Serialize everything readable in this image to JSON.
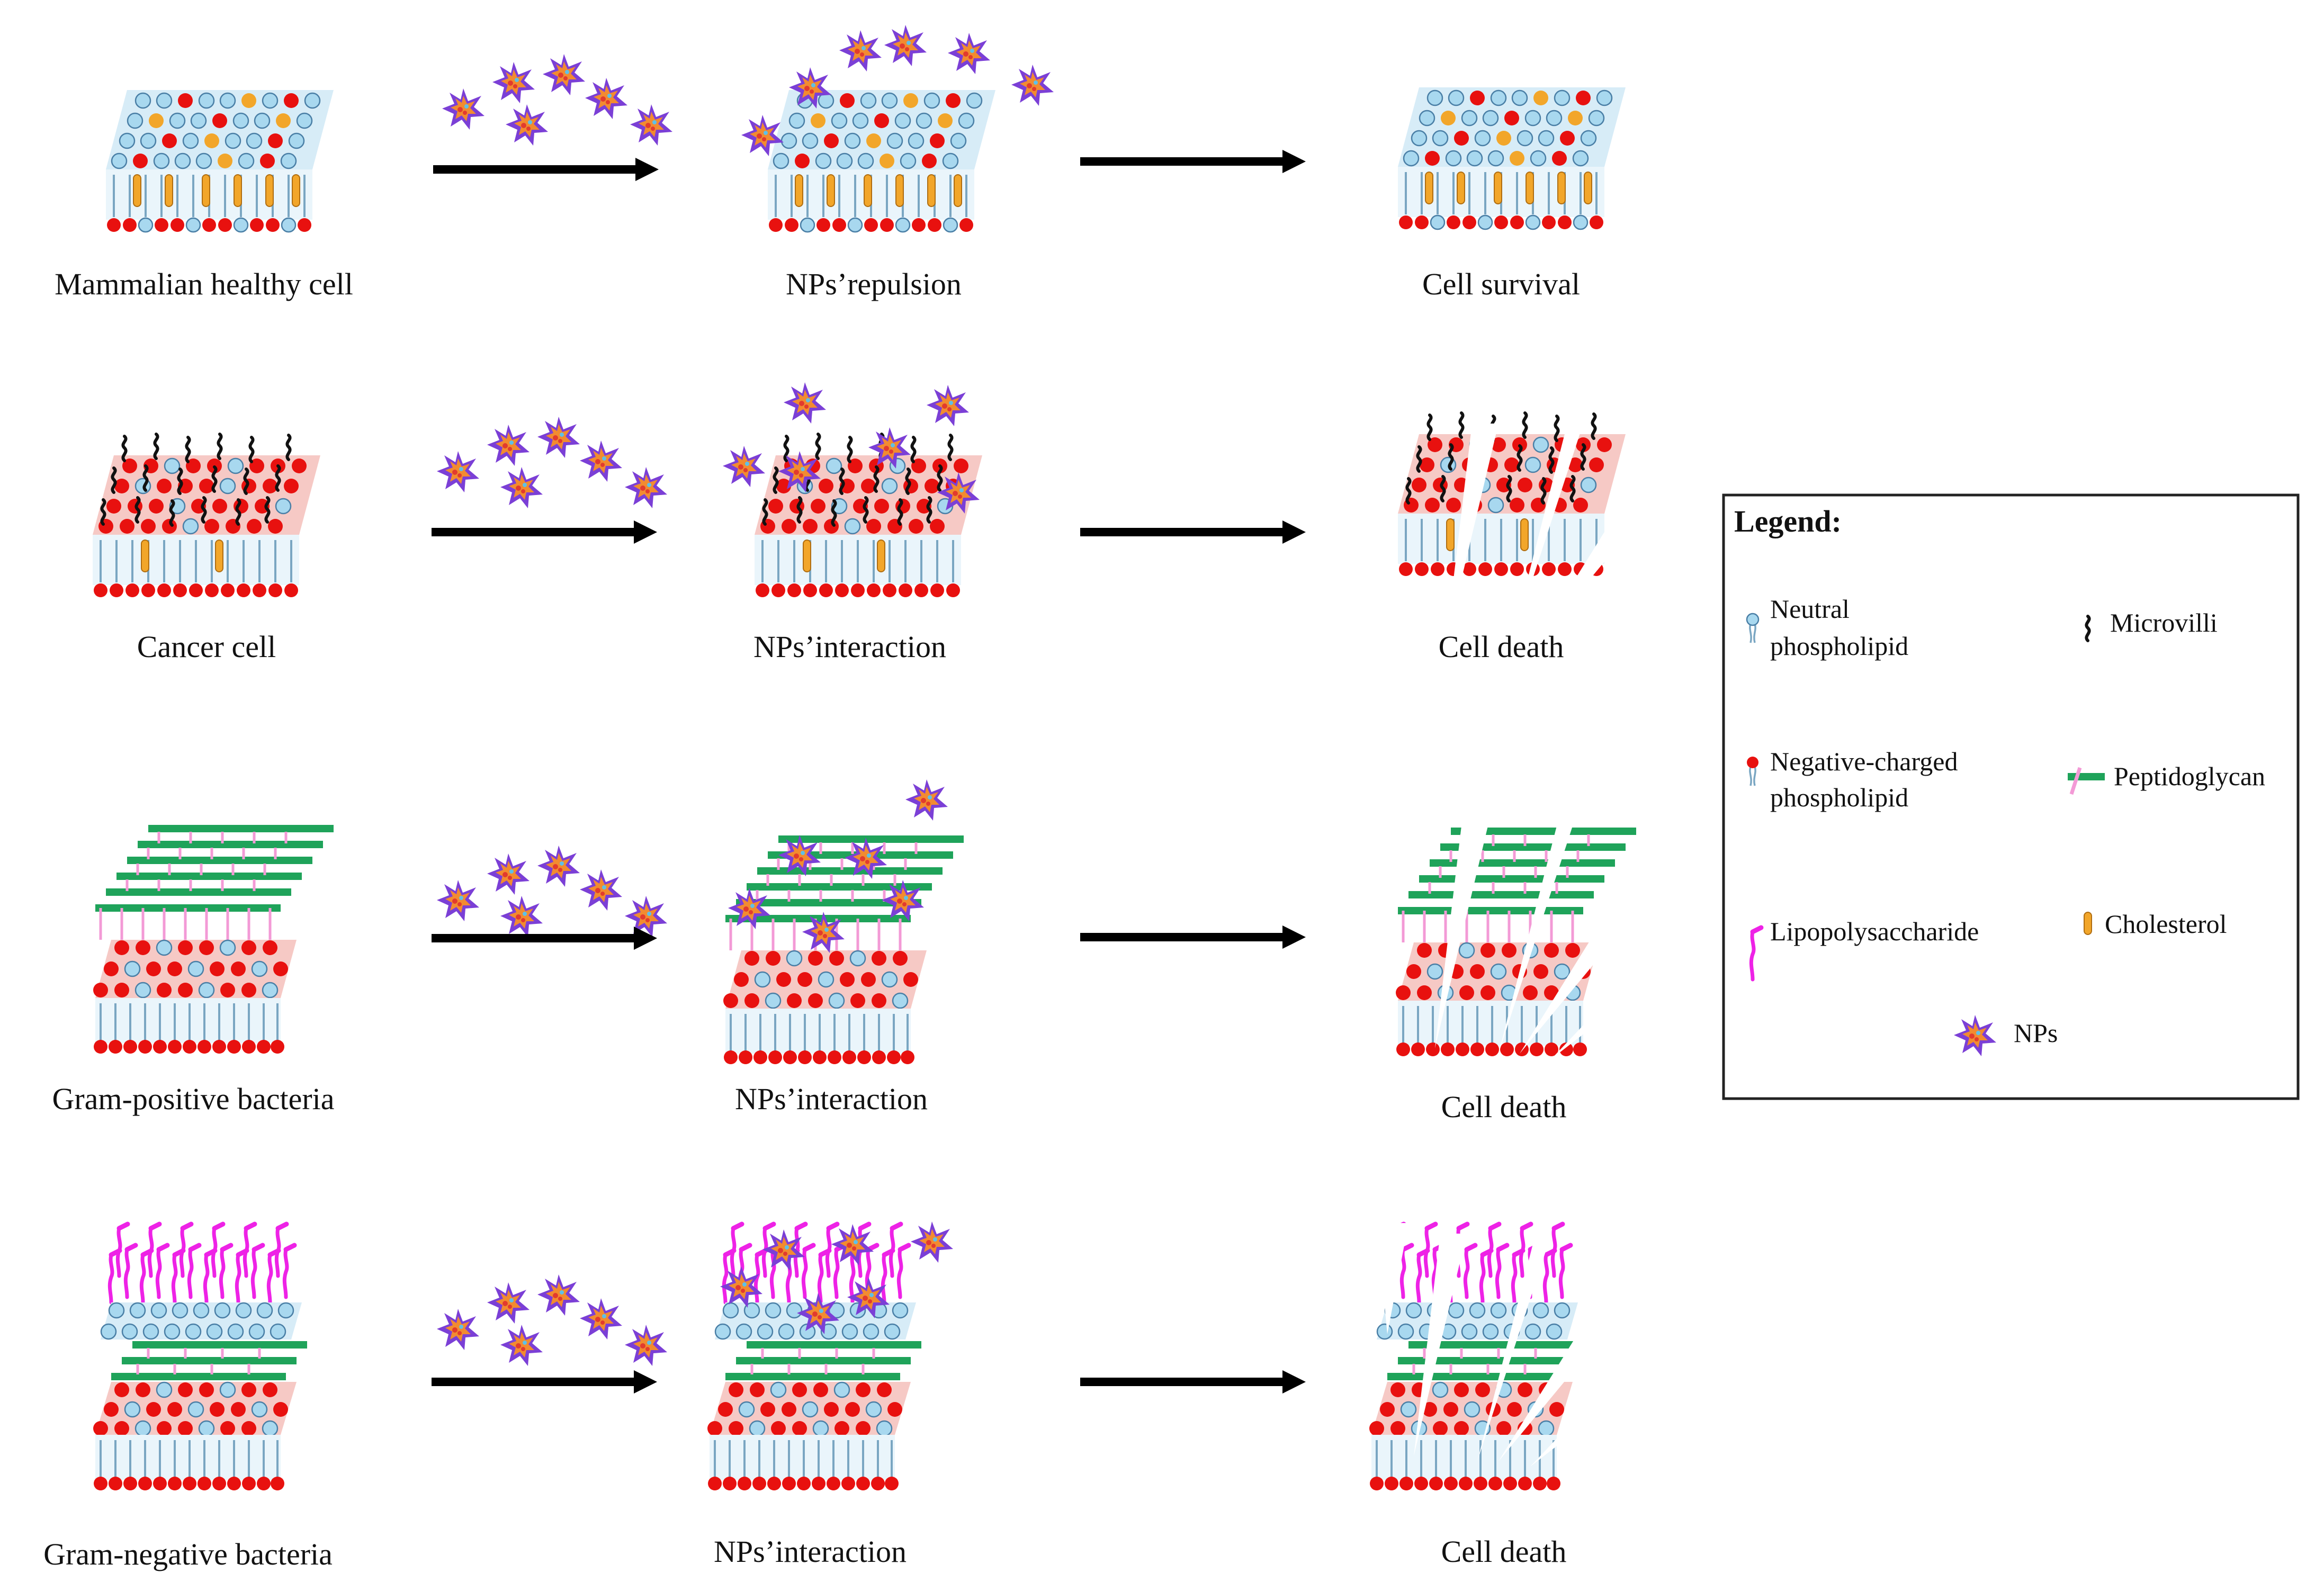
{
  "rows": [
    {
      "cell_label": "Mammalian healthy cell",
      "interaction_label": "NPs’repulsion",
      "outcome_label": "Cell survival"
    },
    {
      "cell_label": "Cancer cell",
      "interaction_label": "NPs’interaction",
      "outcome_label": "Cell death"
    },
    {
      "cell_label": "Gram-positive  bacteria",
      "interaction_label": "NPs’interaction",
      "outcome_label": "Cell death"
    },
    {
      "cell_label": "Gram-negative  bacteria",
      "interaction_label": "NPs’interaction",
      "outcome_label": "Cell death"
    }
  ],
  "legend": {
    "title": "Legend:",
    "neutral_1": "Neutral",
    "neutral_2": "phospholipid",
    "negative_1": "Negative-charged",
    "negative_2": "phospholipid",
    "lps": "Lipopolysaccharide",
    "microvilli": "Microvilli",
    "peptidoglycan": "Peptidoglycan",
    "cholesterol": "Cholesterol",
    "nps": "NPs"
  },
  "colors": {
    "neutral_head": "#a8d8ef",
    "head_outline": "#4a7fa6",
    "negative_head": "#e8110f",
    "tail": "#7aa6c2",
    "cholesterol": "#f2a62a",
    "peptidoglycan": "#1fa35a",
    "peptidoglycan_link": "#f39ad6",
    "lps": "#ee22e6",
    "np_core": "#f28b30",
    "np_spike": "#7b3fd6",
    "microvilli": "#111111",
    "arrow": "#000000"
  }
}
